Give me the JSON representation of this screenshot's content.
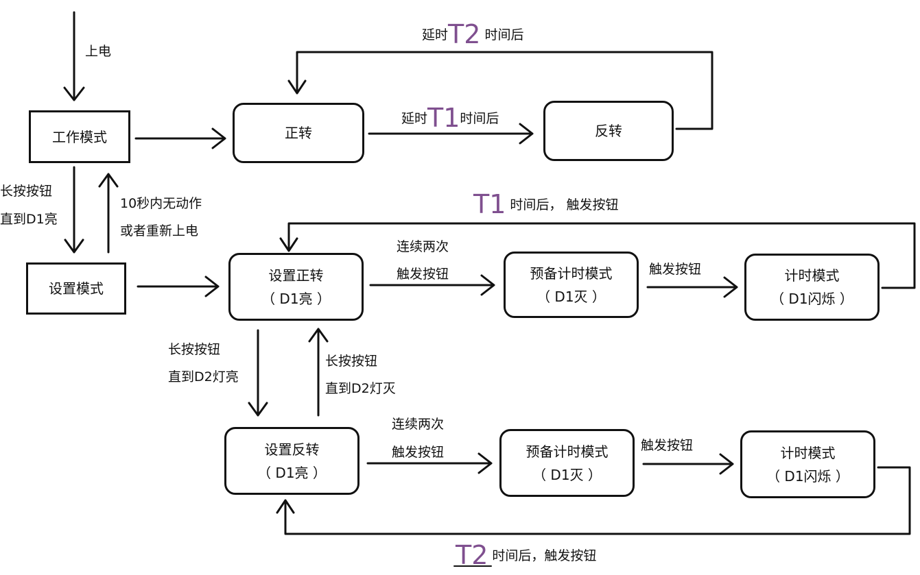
{
  "nodes": {
    "work_mode": "工作模式",
    "forward": "正转",
    "reverse": "反转",
    "set_mode": "设置模式",
    "set_forward": {
      "title": "设置正转",
      "sub": "（ D1亮 ）"
    },
    "prep_timer_1": {
      "title": "预备计时模式",
      "sub": "（ D1灭 ）"
    },
    "timer_1": {
      "title": "计时模式",
      "sub": "（ D1闪烁 ）"
    },
    "set_reverse": {
      "title": "设置反转",
      "sub": "（ D1亮 ）"
    },
    "prep_timer_2": {
      "title": "预备计时模式",
      "sub": "（ D1灭 ）"
    },
    "timer_2": {
      "title": "计时模式",
      "sub": "（ D1闪烁 ）"
    }
  },
  "labels": {
    "power_on": "上电",
    "t2_delay": {
      "pre": "延时",
      "big": "T2",
      "post": " 时间后"
    },
    "t1_delay": {
      "pre": "延时",
      "big": "T1",
      "post": "时间后"
    },
    "long_press_1": "长按按钮",
    "until_d1_on": "直到D1亮",
    "no_action_1": "10秒内无动作",
    "no_action_2": "或者重新上电",
    "t1_trigger": {
      "big": "T1",
      "post": " 时间后， 触发按钮"
    },
    "double_1a": "连续两次",
    "double_1b": "触发按钮",
    "trigger_1": "触发按钮",
    "long_press_2": "长按按钮",
    "until_d2_on": "直到D2灯亮",
    "long_press_3": "长按按钮",
    "until_d2_off": "直到D2灯灭",
    "double_2a": "连续两次",
    "double_2b": "触发按钮",
    "trigger_2": "触发按钮",
    "t2_trigger": {
      "big": "T2",
      "post": " 时间后，触发按钮"
    }
  },
  "colors": {
    "line": "#111111",
    "accent": "#7f4f8f"
  }
}
